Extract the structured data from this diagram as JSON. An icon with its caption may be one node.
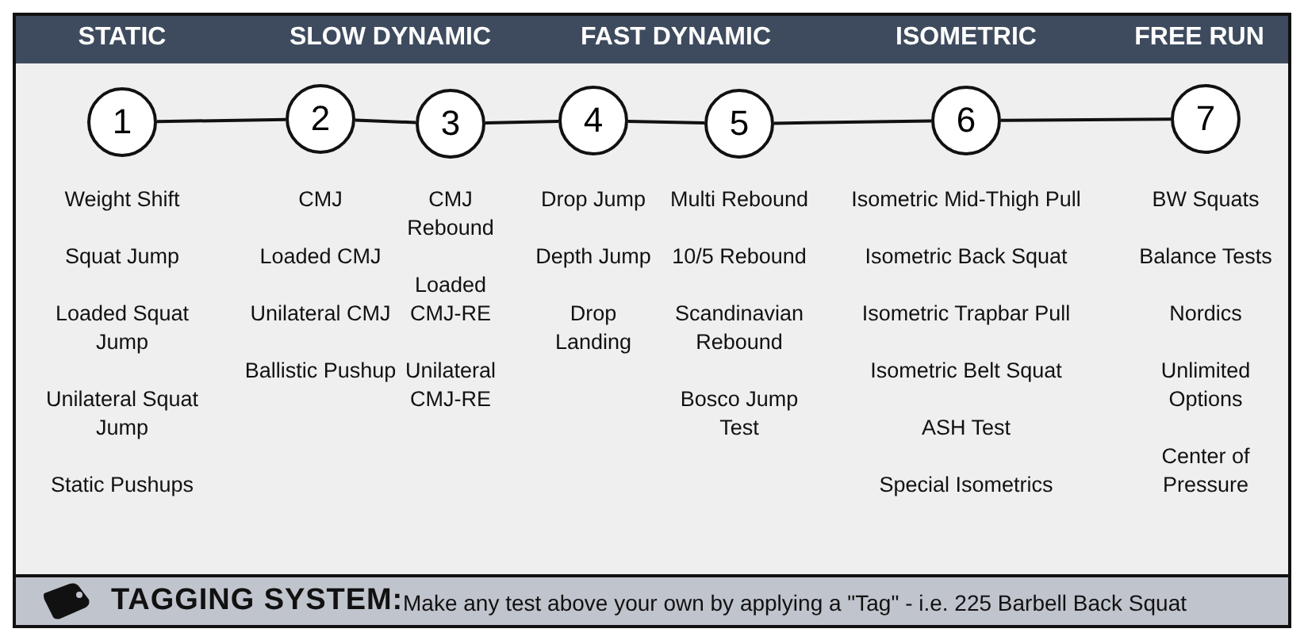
{
  "diagram": {
    "nodes": [
      {
        "text": [
          "1"
        ],
        "beside": [
          "Weight Shift",
          "Squat Jump",
          "Loaded Squat Jump",
          "Unilateral Squat Jump",
          "Static Pushups"
        ]
      },
      {
        "text": [
          "2"
        ],
        "beside": [
          "CMJ",
          "Loaded CMJ",
          "Unilateral CMJ",
          "Ballistic Pushup"
        ]
      },
      {
        "text": [
          "3"
        ],
        "beside": [
          "CMJ Rebound",
          "Loaded CMJ-RE",
          "Unilateral CMJ-RE"
        ]
      },
      {
        "text": [
          "4"
        ],
        "beside": [
          "Drop Jump",
          "Depth Jump",
          "Drop Landing"
        ]
      },
      {
        "text": [
          "5"
        ],
        "beside": [
          "Multi Rebound",
          "10/5 Rebound",
          "Scandinavian Rebound",
          "Bosco Jump Test"
        ]
      },
      {
        "text": [
          "6"
        ],
        "beside": [
          "Isometric Mid-Thigh Pull",
          "Isometric Back Squat",
          "Isometric Trapbar Pull",
          "Isometric Belt Squat",
          "ASH Test",
          "Special Isometrics"
        ]
      },
      {
        "text": [
          "7"
        ],
        "beside": [
          "BW Squats",
          "Balance Tests",
          "Nordics",
          "Unlimited Options",
          "Center of Pressure"
        ]
      }
    ],
    "edges": [
      {
        "from": 0,
        "to": 1,
        "arrow": "none"
      },
      {
        "from": 1,
        "to": 2,
        "arrow": "none"
      },
      {
        "from": 2,
        "to": 3,
        "arrow": "none"
      },
      {
        "from": 3,
        "to": 4,
        "arrow": "none"
      },
      {
        "from": 4,
        "to": 5,
        "arrow": "none"
      },
      {
        "from": 5,
        "to": 6,
        "arrow": "none"
      }
    ],
    "labels": [
      "STATIC",
      "SLOW DYNAMIC",
      "FAST DYNAMIC",
      "ISOMETRIC",
      "FREE RUN",
      "TAGGING SYSTEM:",
      "Make any test above your own by applying a \"Tag\" - i.e. 225 Barbell Back Squat"
    ]
  }
}
